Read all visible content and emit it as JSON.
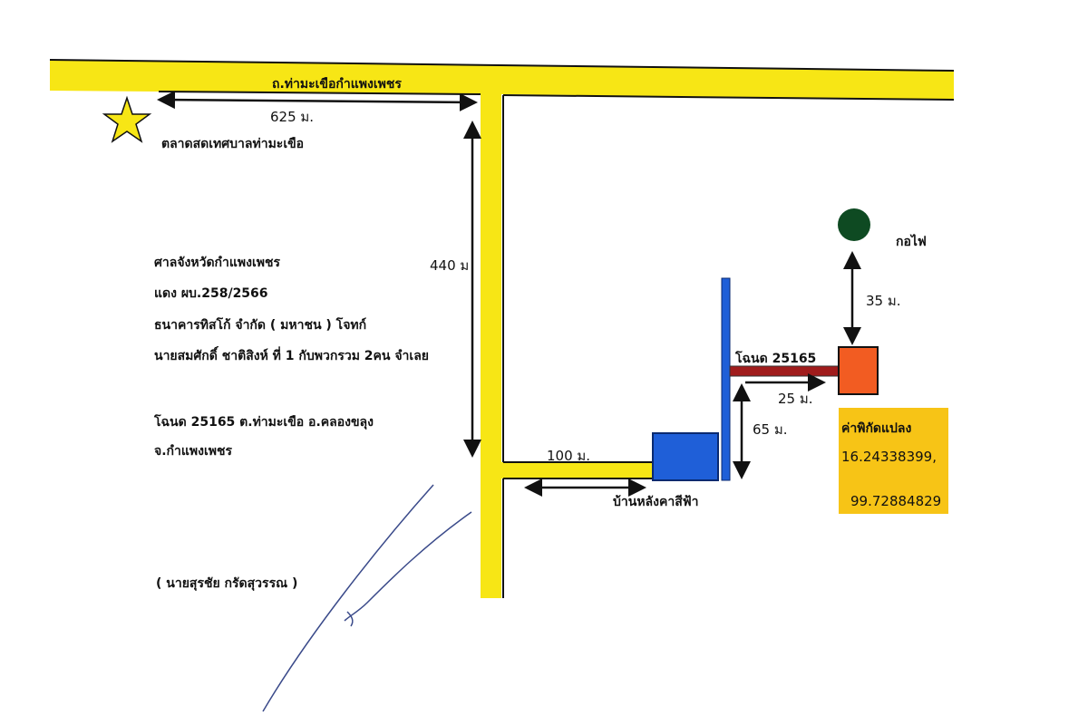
{
  "roads": {
    "main_road": "ถ.ท่ามะเขือกำแพงเพชร"
  },
  "landmarks": {
    "market": "ตลาดสดเทศบาลท่ามะเขือ",
    "pole": "กอไฟ",
    "blue_house": "บ้านหลังคาสีฟ้า",
    "plot_label": "โฉนด 25165"
  },
  "distances": {
    "d625": "625 ม.",
    "d440": "440 ม",
    "d100": "100 ม.",
    "d35": "35 ม.",
    "d25": "25 ม.",
    "d65": "65 ม."
  },
  "case_info": [
    "ศาลจังหวัดกำแพงเพชร",
    "แดง ผบ.258/2566",
    "ธนาคารทิสโก้ จำกัด ( มหาชน )  โจทก์",
    "นายสมศักดิ์ ชาติสิงห์ ที่ 1 กับพวกรวม 2คน จำเลย"
  ],
  "deed_info": [
    "โฉนด 25165 ต.ท่ามะเขือ อ.คลองขลุง",
    "จ.กำแพงเพชร"
  ],
  "coordinates": {
    "title": "ค่าพิกัดแปลง",
    "lat": "16.24338399,",
    "lon": "99.72884829"
  },
  "signatory": "(  นายสุรชัย กรัดสุวรรณ )",
  "colors": {
    "road": "#f7e615",
    "house": "#1f5fd8",
    "plot": "#f25c22",
    "pole": "#0e4a22",
    "coord_box": "#f7c416",
    "access": "#a01c1c"
  }
}
